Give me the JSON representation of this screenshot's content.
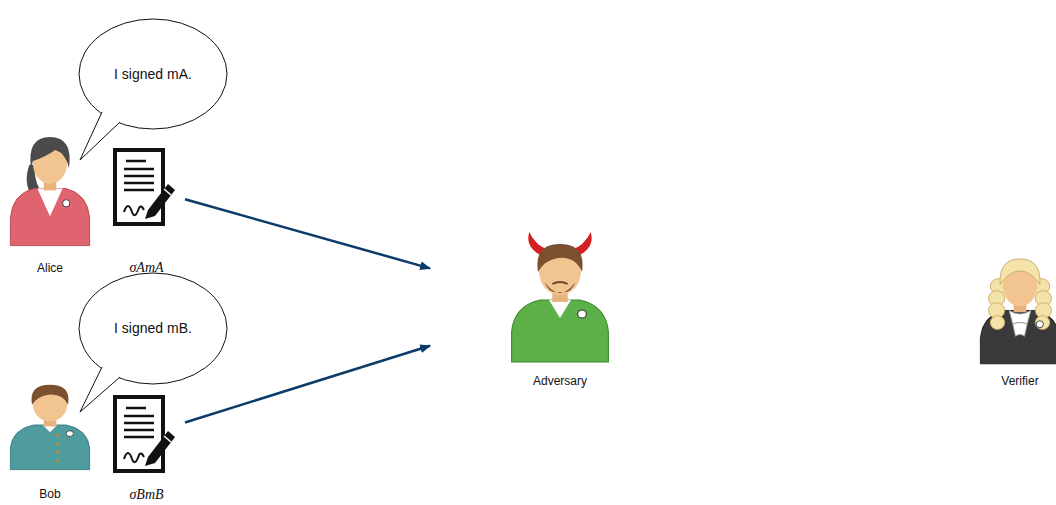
{
  "diagram": {
    "nodes": [
      {
        "text": [
          "I signed mA."
        ]
      },
      {
        "text": [
          "Alice"
        ]
      },
      {
        "text": [
          "σAmA"
        ]
      },
      {
        "text": [
          "I signed mB."
        ]
      },
      {
        "text": [
          "Bob"
        ]
      },
      {
        "text": [
          "σBmB"
        ]
      },
      {
        "text": [
          "Adversary"
        ]
      },
      {
        "text": [
          "Verifier"
        ]
      }
    ],
    "edges": [
      {
        "from": 2,
        "to": 6,
        "arrow": "to"
      },
      {
        "from": 5,
        "to": 6,
        "arrow": "to"
      }
    ]
  }
}
